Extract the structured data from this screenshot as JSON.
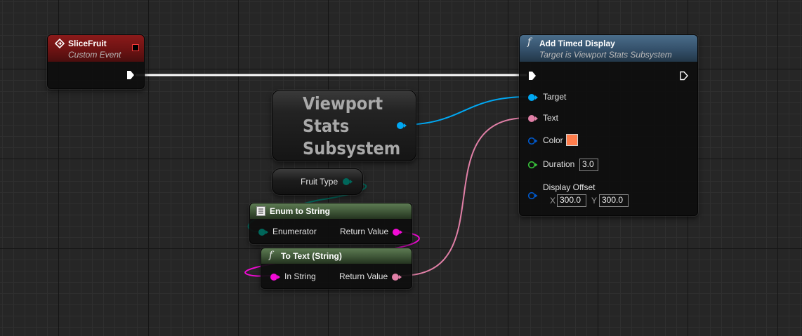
{
  "colors": {
    "event_header": "#8b1a1a",
    "function_header": "#3c5a72",
    "pure_header": "#4f6b45",
    "exec": "#ffffff",
    "object_pin": "#00a8f3",
    "text_pin": "#e07fa6",
    "enum_pin": "#00665a",
    "string_pin": "#f20bd6",
    "color_pin": "#0059cc",
    "float_pin": "#38c43b",
    "vector2_pin": "#0059cc",
    "color_swatch": "#ff7d4c"
  },
  "slice_fruit": {
    "title": "SliceFruit",
    "subtitle": "Custom Event",
    "icon": "event-diamond-icon"
  },
  "add_timed_display": {
    "title": "Add Timed Display",
    "subtitle": "Target is Viewport Stats Subsystem",
    "icon": "function-icon",
    "glyph": "f",
    "pins": {
      "target": "Target",
      "text": "Text",
      "color": "Color",
      "duration": "Duration",
      "duration_value": "3.0",
      "display_offset": "Display Offset",
      "x_label": "X",
      "x_value": "300.0",
      "y_label": "Y",
      "y_value": "300.0"
    }
  },
  "viewport_stats": {
    "line1": "Viewport",
    "line2": "Stats",
    "line3": "Subsystem"
  },
  "fruit_type": {
    "label": "Fruit Type"
  },
  "enum_to_string": {
    "title": "Enum to String",
    "icon": "enum-list-icon",
    "input": "Enumerator",
    "output": "Return Value"
  },
  "to_text_string": {
    "title": "To Text (String)",
    "icon": "function-icon",
    "glyph": "f",
    "input": "In String",
    "output": "Return Value"
  }
}
